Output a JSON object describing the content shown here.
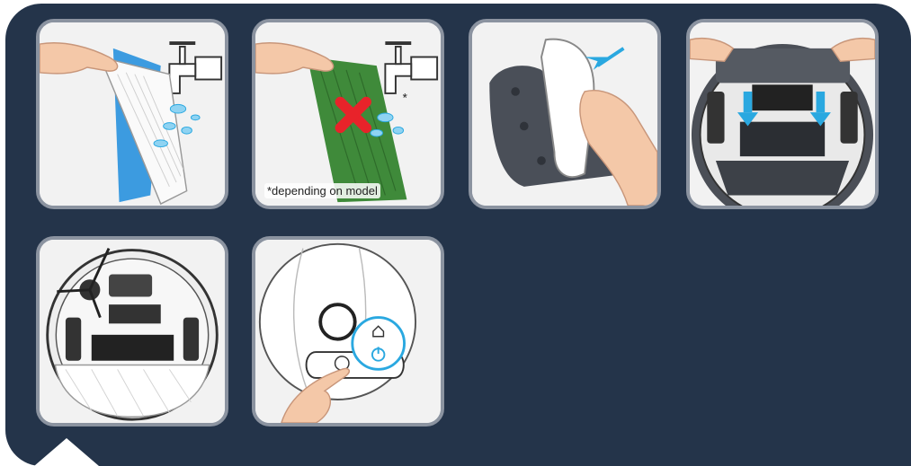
{
  "steps": [
    {
      "name": "step-1",
      "alt": "Rinse mop pad under tap"
    },
    {
      "name": "step-2",
      "footnote_marker": "*",
      "caption": "*depending on model"
    },
    {
      "name": "step-3"
    },
    {
      "name": "step-4"
    },
    {
      "name": "step-5"
    },
    {
      "name": "step-6"
    }
  ],
  "colors": {
    "background": "#24344a",
    "card_border": "#8b93a0",
    "accent": "#2aa8e0",
    "warning": "#e8232a",
    "pad_green": "#3f8a3a",
    "pad_blue": "#3c9be0"
  },
  "icons": {
    "home_button": "home-icon",
    "power_button": "power-icon"
  }
}
